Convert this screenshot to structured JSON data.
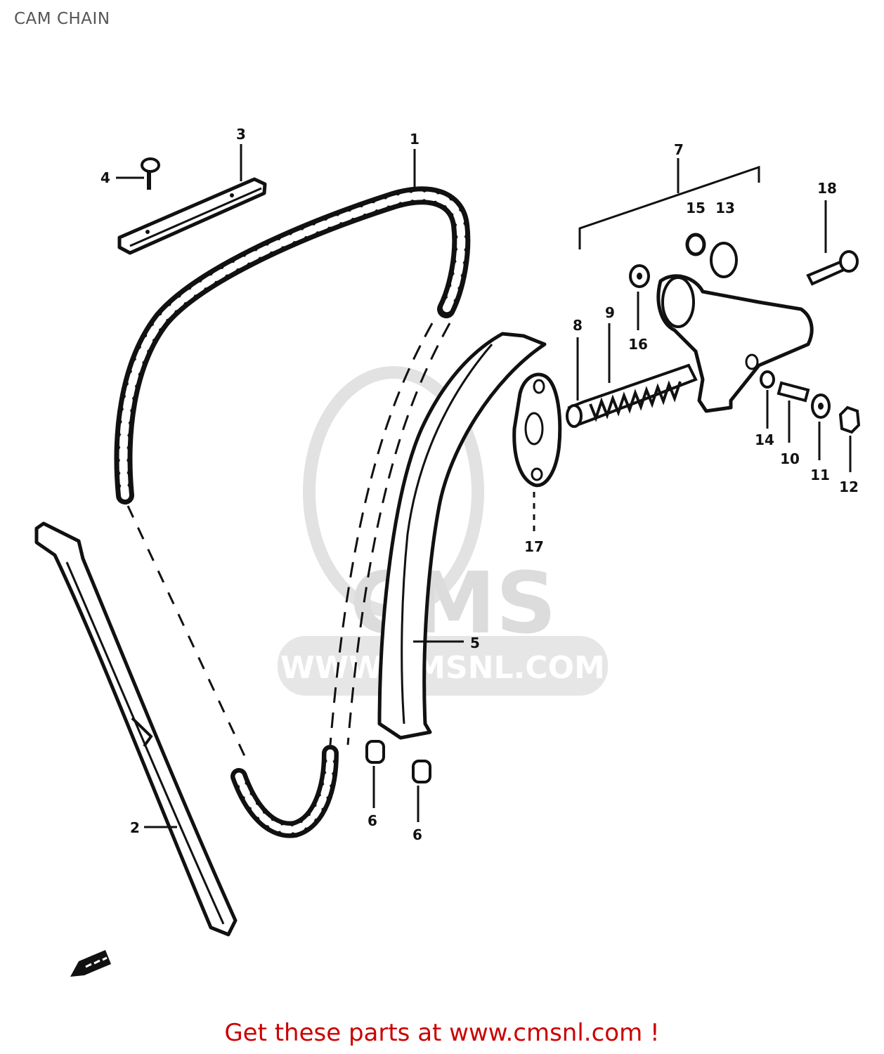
{
  "page": {
    "title": "CAM CHAIN",
    "footer_link": "Get these parts at www.cmsnl.com !"
  },
  "watermark": {
    "brand": "CMS",
    "url": "WWW.CMSNL.COM"
  },
  "colors": {
    "ink": "#111111",
    "title": "#555555",
    "link": "#cc0000",
    "watermark": "#dddddd"
  },
  "callouts": [
    {
      "id": "1",
      "label": "1"
    },
    {
      "id": "2",
      "label": "2"
    },
    {
      "id": "3",
      "label": "3"
    },
    {
      "id": "4",
      "label": "4"
    },
    {
      "id": "5",
      "label": "5"
    },
    {
      "id": "6a",
      "label": "6"
    },
    {
      "id": "6b",
      "label": "6"
    },
    {
      "id": "7",
      "label": "7"
    },
    {
      "id": "8",
      "label": "8"
    },
    {
      "id": "9",
      "label": "9"
    },
    {
      "id": "10",
      "label": "10"
    },
    {
      "id": "11",
      "label": "11"
    },
    {
      "id": "12",
      "label": "12"
    },
    {
      "id": "13",
      "label": "13"
    },
    {
      "id": "14",
      "label": "14"
    },
    {
      "id": "15",
      "label": "15"
    },
    {
      "id": "16",
      "label": "16"
    },
    {
      "id": "17",
      "label": "17"
    },
    {
      "id": "18",
      "label": "18"
    }
  ]
}
